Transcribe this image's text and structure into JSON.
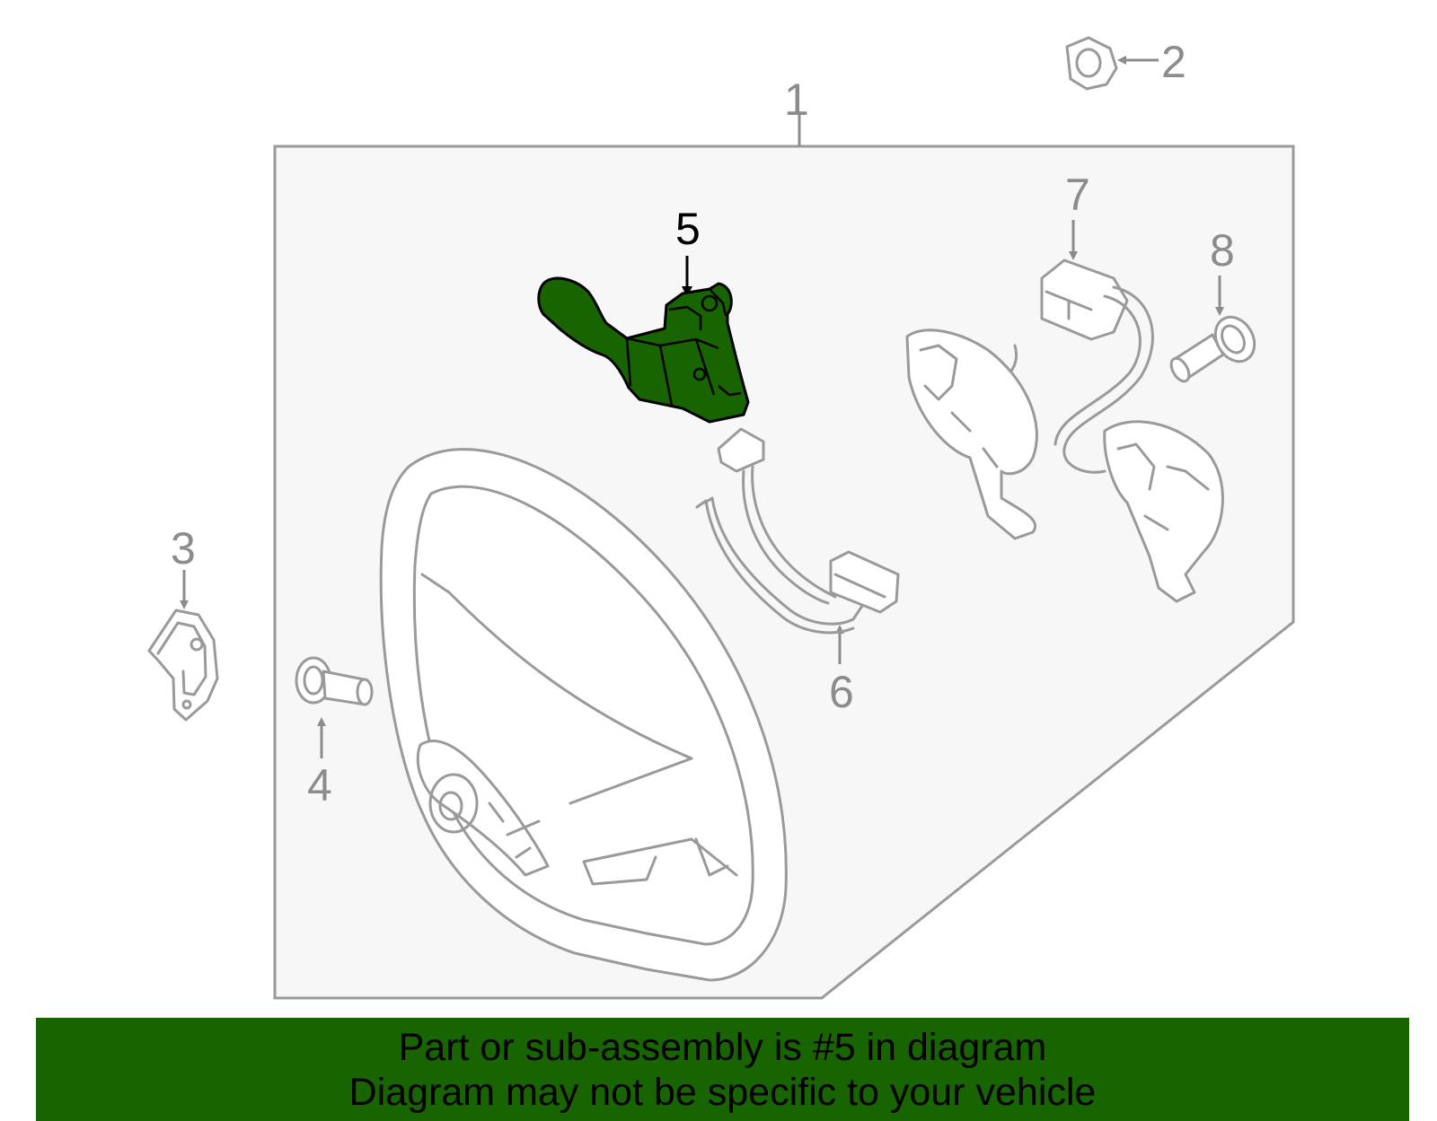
{
  "diagram": {
    "callouts": [
      "1",
      "2",
      "3",
      "4",
      "5",
      "6",
      "7",
      "8"
    ],
    "highlighted_part": "5",
    "colors": {
      "highlight_fill": "#176400",
      "panel_fill": "#f7f7f7",
      "line_gray": "#9a9a9a",
      "banner_bg": "#176400"
    }
  },
  "banner": {
    "line1": "Part or sub-assembly is #5 in diagram",
    "line2": "Diagram may not be specific to your vehicle"
  }
}
